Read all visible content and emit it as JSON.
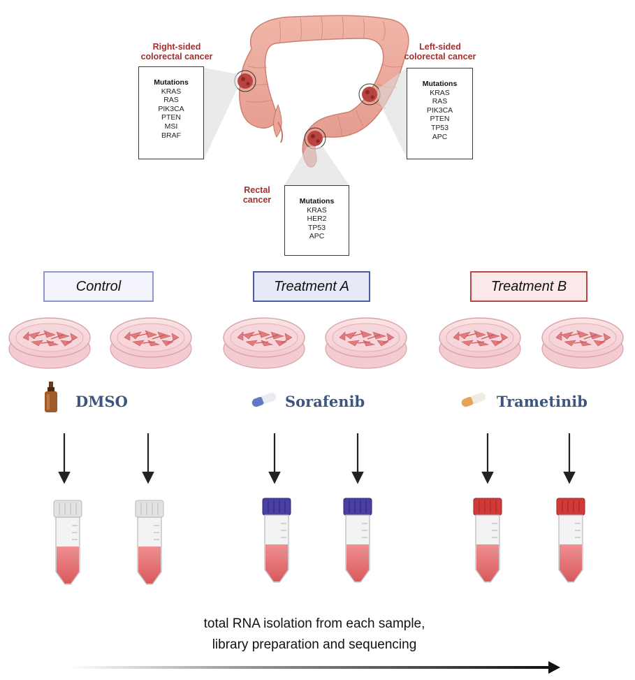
{
  "cancers": {
    "right": {
      "title_line1": "Right-sided",
      "title_line2": "colorectal cancer",
      "heading": "Mutations",
      "mutations": [
        "KRAS",
        "RAS",
        "PIK3CA",
        "PTEN",
        "MSI",
        "BRAF"
      ]
    },
    "left": {
      "title_line1": "Left-sided",
      "title_line2": "colorectal cancer",
      "heading": "Mutations",
      "mutations": [
        "KRAS",
        "RAS",
        "PIK3CA",
        "PTEN",
        "TP53",
        "APC"
      ]
    },
    "rectal": {
      "title_line1": "Rectal",
      "title_line2": "cancer",
      "heading": "Mutations",
      "mutations": [
        "KRAS",
        "HER2",
        "TP53",
        "APC"
      ]
    }
  },
  "groups": [
    {
      "label": "Control",
      "drug": "DMSO",
      "border": "#8f96c9",
      "fill": "#f3f4fb",
      "cap": "#e2e2e2",
      "cap_dark": "#b9b9b9"
    },
    {
      "label": "Treatment A",
      "drug": "Sorafenib",
      "border": "#4d5aa8",
      "fill": "#e7e9f6",
      "cap": "#4a3fa3",
      "cap_dark": "#2f2673"
    },
    {
      "label": "Treatment B",
      "drug": "Trametinib",
      "border": "#b84848",
      "fill": "#fbe9e9",
      "cap": "#d23a3a",
      "cap_dark": "#9a2525"
    }
  ],
  "footer": {
    "line1": "total RNA isolation from each sample,",
    "line2": "library preparation and sequencing"
  }
}
